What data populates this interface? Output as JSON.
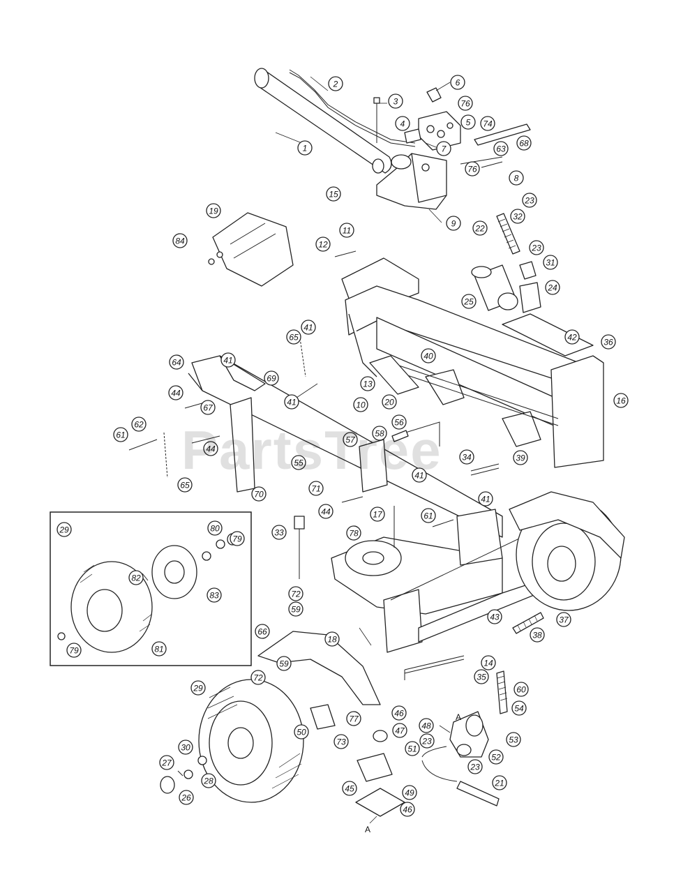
{
  "watermark": "PartsTree",
  "section_markers": [
    "A",
    "A"
  ],
  "callouts": [
    "1",
    "2",
    "3",
    "4",
    "5",
    "6",
    "7",
    "8",
    "9",
    "11",
    "12",
    "15",
    "19",
    "84",
    "76",
    "74",
    "68",
    "63",
    "76",
    "23",
    "32",
    "22",
    "23",
    "31",
    "25",
    "24",
    "41",
    "65",
    "64",
    "41",
    "69",
    "41",
    "44",
    "67",
    "62",
    "61",
    "44",
    "65",
    "70",
    "55",
    "57",
    "58",
    "56",
    "71",
    "41",
    "44",
    "40",
    "13",
    "10",
    "20",
    "42",
    "36",
    "16",
    "34",
    "39",
    "29",
    "80",
    "79",
    "82",
    "83",
    "79",
    "81",
    "33",
    "78",
    "17",
    "61",
    "41",
    "72",
    "59",
    "43",
    "37",
    "38",
    "66",
    "18",
    "14",
    "35",
    "60",
    "54",
    "59",
    "72",
    "29",
    "77",
    "46",
    "47",
    "48",
    "23",
    "53",
    "52",
    "51",
    "23",
    "21",
    "73",
    "50",
    "45",
    "49",
    "46",
    "30",
    "27",
    "26",
    "28"
  ]
}
